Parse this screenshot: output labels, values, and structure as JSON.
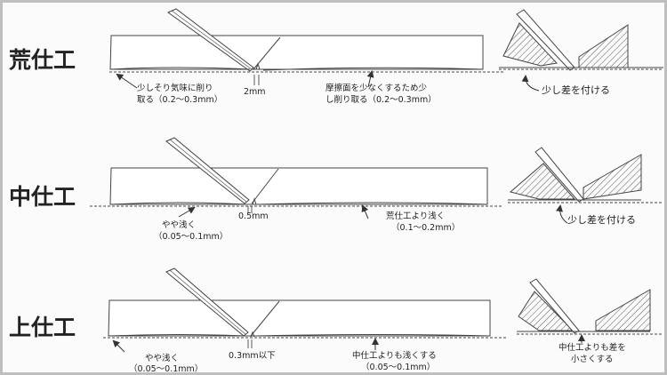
{
  "stages": [
    {
      "title": "荒仕工",
      "depth": "2mm",
      "left_note_1": "少しそり気味に削り",
      "left_note_2": "取る（0.2〜0.3mm）",
      "center_note_1": "摩擦面を少なくするため少",
      "center_note_2": "し削り取る（0.2〜0.3mm）",
      "detail_note": "少し差を付ける"
    },
    {
      "title": "中仕工",
      "depth": "0.5mm",
      "left_note_1": "やや浅く",
      "left_note_2": "（0.05〜0.1mm）",
      "center_note_1": "荒仕工より浅く",
      "center_note_2": "（0.1〜0.2mm）",
      "detail_note": "少し差を付ける"
    },
    {
      "title": "上仕工",
      "depth": "0.3mm以下",
      "left_note_1": "やや浅く",
      "left_note_2": "（0.05〜0.1mm）",
      "center_note_1": "中仕工よりも浅くする",
      "center_note_2": "（0.05〜0.1mm）",
      "detail_note_1": "中仕工よりも差を",
      "detail_note_2": "小さくする"
    }
  ]
}
